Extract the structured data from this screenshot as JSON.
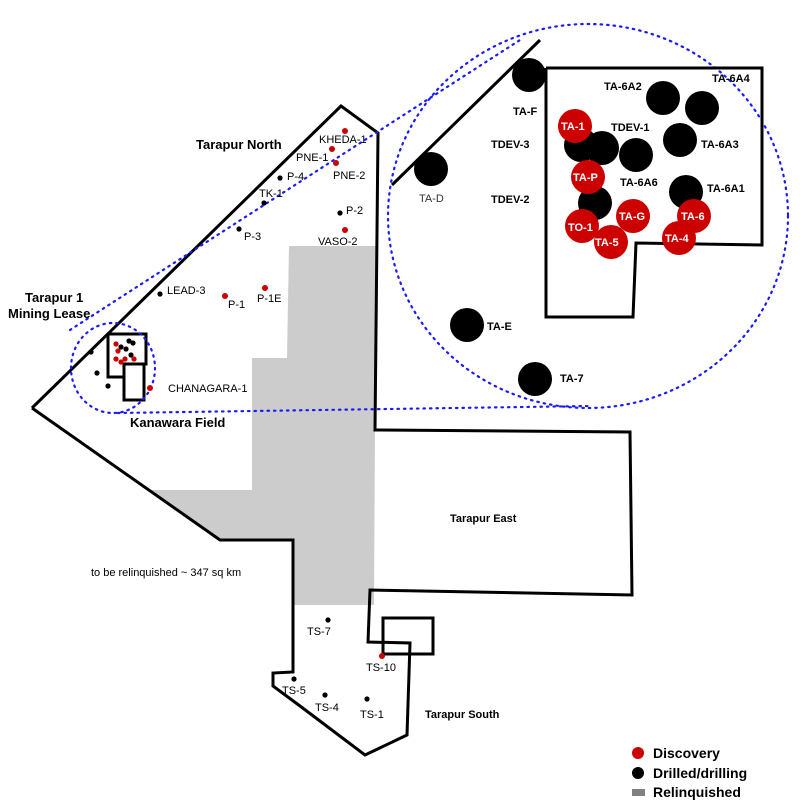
{
  "map": {
    "colors": {
      "discovery": "#cc0000",
      "drilled": "#000000",
      "relinquished": "#cccccc",
      "zoom_outline": "#1a1aff"
    },
    "blocks": [
      {
        "id": "north",
        "label": "Tarapur North"
      },
      {
        "id": "lease",
        "label": "Tarapur 1\nMining Lease",
        "line1": "Tarapur 1",
        "line2": "Mining Lease"
      },
      {
        "id": "kanawara",
        "label": "Kanawara Field"
      },
      {
        "id": "east",
        "label": "Tarapur East"
      },
      {
        "id": "south",
        "label": "Tarapur South"
      }
    ],
    "relinquished_note": "to be relinquished ~ 347 sq km",
    "wells": [
      {
        "name": "KHEDA-1",
        "status": "discovery"
      },
      {
        "name": "PNE-1",
        "status": "discovery"
      },
      {
        "name": "PNE-2",
        "status": "discovery"
      },
      {
        "name": "P-4",
        "status": "drilled"
      },
      {
        "name": "TK-1",
        "status": "drilled"
      },
      {
        "name": "P-2",
        "status": "drilled"
      },
      {
        "name": "P-3",
        "status": "drilled"
      },
      {
        "name": "VASO-2",
        "status": "discovery"
      },
      {
        "name": "LEAD-3",
        "status": "drilled"
      },
      {
        "name": "P-1",
        "status": "discovery"
      },
      {
        "name": "P-1E",
        "status": "discovery"
      },
      {
        "name": "CHANAGARA-1",
        "status": "discovery"
      },
      {
        "name": "TS-7",
        "status": "drilled"
      },
      {
        "name": "TS-10",
        "status": "discovery"
      },
      {
        "name": "TS-5",
        "status": "drilled"
      },
      {
        "name": "TS-4",
        "status": "drilled"
      },
      {
        "name": "TS-1",
        "status": "drilled"
      }
    ],
    "inset_wells": [
      {
        "name": "TA-F",
        "status": "drilled"
      },
      {
        "name": "TA-D",
        "status": "drilled"
      },
      {
        "name": "TA-6A2",
        "status": "drilled"
      },
      {
        "name": "TA-6A4",
        "status": "drilled"
      },
      {
        "name": "TA-1",
        "status": "discovery"
      },
      {
        "name": "TDEV-3",
        "status": "drilled"
      },
      {
        "name": "TDEV-1",
        "status": "drilled"
      },
      {
        "name": "TA-6A3",
        "status": "drilled"
      },
      {
        "name": "TA-6A6",
        "status": "drilled"
      },
      {
        "name": "TA-P",
        "status": "discovery"
      },
      {
        "name": "TA-6A1",
        "status": "drilled"
      },
      {
        "name": "TDEV-2",
        "status": "drilled"
      },
      {
        "name": "TO-1",
        "status": "discovery"
      },
      {
        "name": "TA-G",
        "status": "discovery"
      },
      {
        "name": "TA-5",
        "status": "discovery"
      },
      {
        "name": "TA-6",
        "status": "discovery"
      },
      {
        "name": "TA-4",
        "status": "discovery"
      },
      {
        "name": "TA-E",
        "status": "drilled"
      },
      {
        "name": "TA-7",
        "status": "drilled"
      }
    ]
  },
  "legend": {
    "items": [
      {
        "label": "Discovery",
        "symbol": "red-dot"
      },
      {
        "label": "Drilled/drilling",
        "symbol": "black-dot"
      },
      {
        "label": "Relinquished",
        "symbol": "gray-rect"
      }
    ]
  }
}
